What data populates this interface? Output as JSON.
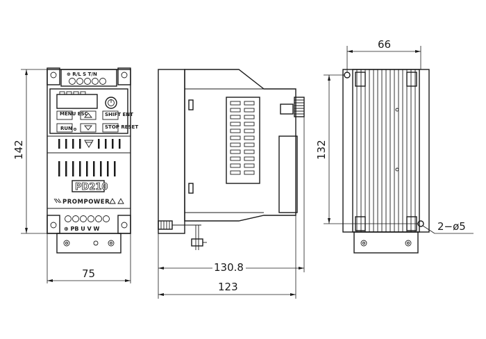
{
  "dimensions": {
    "front_width": "75",
    "front_height": "142",
    "side_depth_overall": "130.8",
    "side_depth_body": "123",
    "rear_width": "66",
    "rear_height": "132",
    "mount_holes": "2−ø5"
  },
  "labels": {
    "model": "PD210",
    "brand": "PROMPOWER",
    "top_terminals": "⊕ R/L  S  T/N",
    "bottom_terminals": "⊕ PB U V W",
    "key_menu": "MENU ESC",
    "key_run": "RUN",
    "key_stop": "STOP RESET",
    "key_shift": "SHIFT ENT"
  },
  "colors": {
    "line": "#1a1a1a",
    "background": "#ffffff"
  }
}
